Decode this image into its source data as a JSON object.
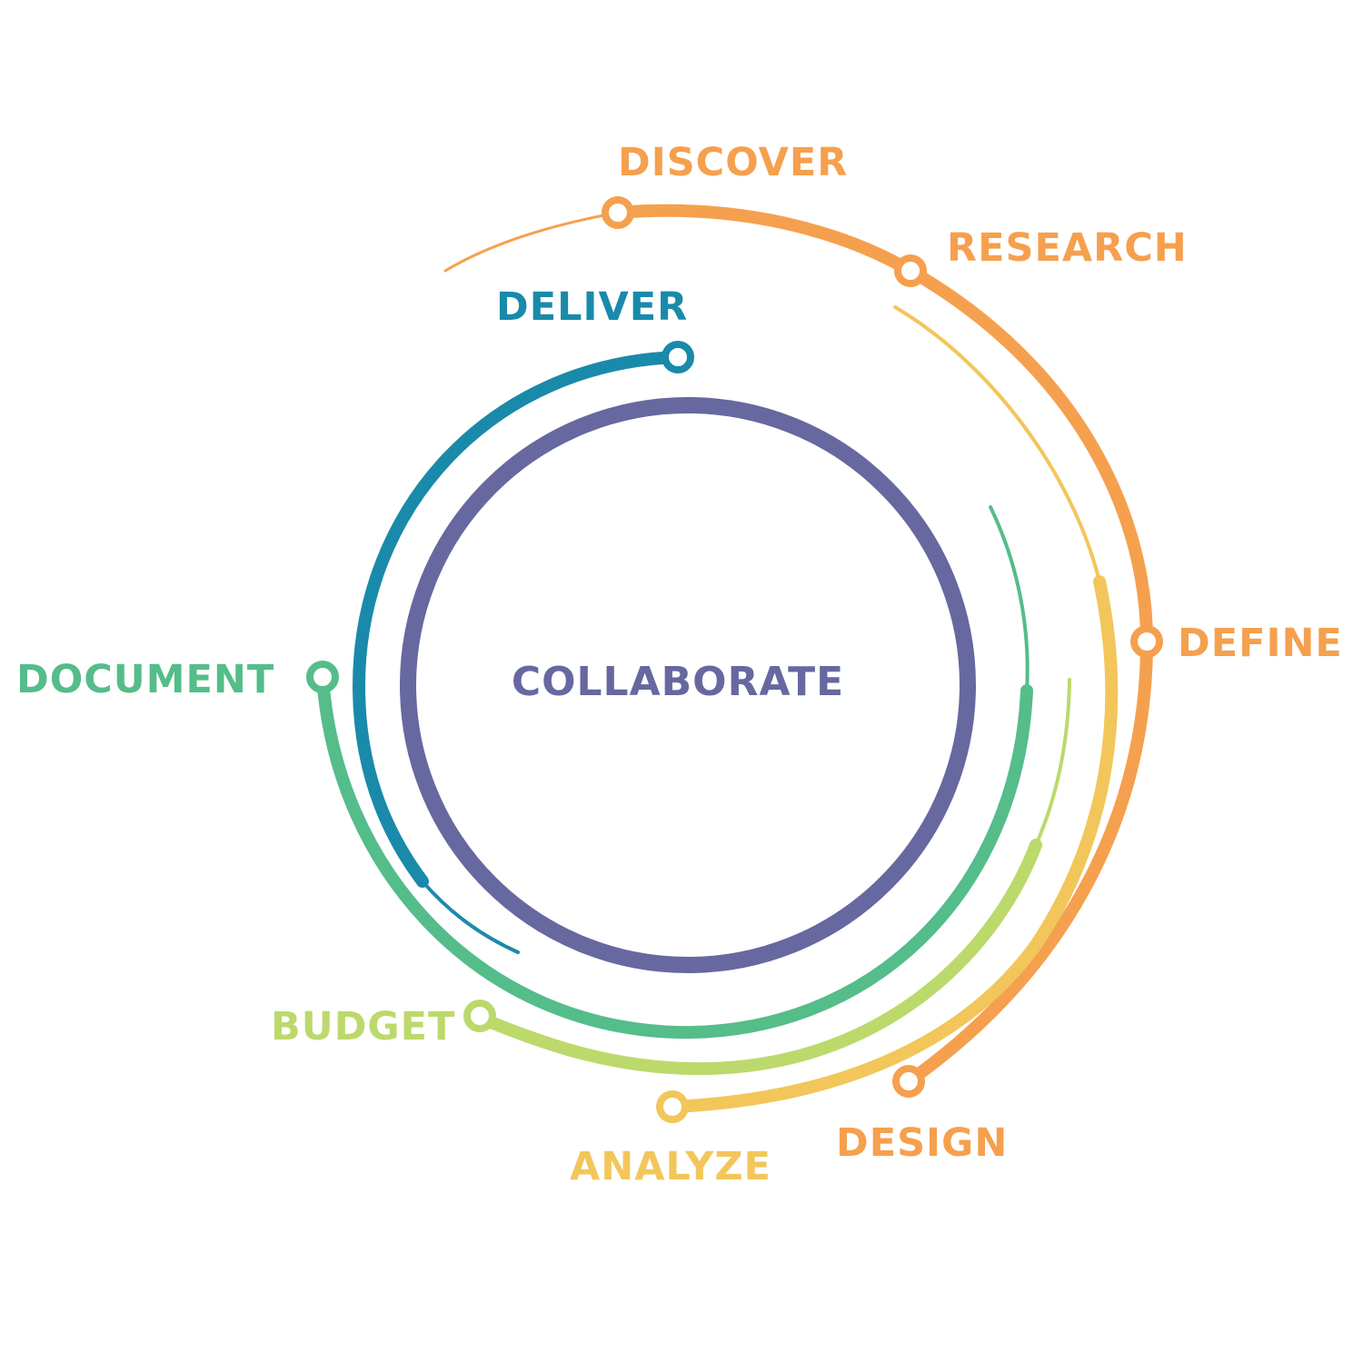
{
  "center": {
    "label": "COLLABORATE",
    "color": "#66689f"
  },
  "stages": [
    {
      "id": "discover",
      "label": "DISCOVER",
      "color": "#f5a04e"
    },
    {
      "id": "research",
      "label": "RESEARCH",
      "color": "#f5a04e"
    },
    {
      "id": "define",
      "label": "DEFINE",
      "color": "#f5a04e"
    },
    {
      "id": "design",
      "label": "DESIGN",
      "color": "#f5a04e"
    },
    {
      "id": "analyze",
      "label": "ANALYZE",
      "color": "#f2c65a"
    },
    {
      "id": "budget",
      "label": "BUDGET",
      "color": "#bcd96c"
    },
    {
      "id": "document",
      "label": "DOCUMENT",
      "color": "#54bd89"
    },
    {
      "id": "deliver",
      "label": "DELIVER",
      "color": "#1a8aaa"
    }
  ]
}
